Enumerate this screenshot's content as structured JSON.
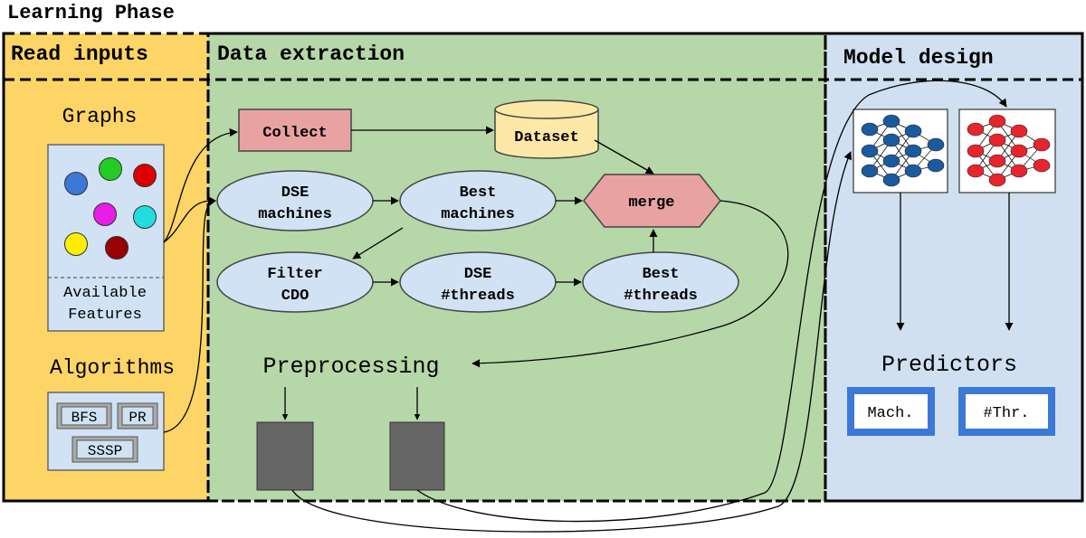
{
  "title": "Learning Phase",
  "sections": {
    "read_inputs": "Read inputs",
    "data_extraction": "Data extraction",
    "model_design": "Model design"
  },
  "read_inputs": {
    "graphs_label": "Graphs",
    "features_line1": "Available",
    "features_line2": "Features",
    "algorithms_label": "Algorithms",
    "algorithms": [
      "BFS",
      "PR",
      "SSSP"
    ],
    "graph_node_colors": [
      "#3b78d8",
      "#22cc22",
      "#dd0000",
      "#e61ee6",
      "#22dddd",
      "#ffee00",
      "#990000"
    ]
  },
  "data_extraction": {
    "collect": "Collect",
    "dataset": "Dataset",
    "dse_machines_1": "DSE",
    "dse_machines_2": "machines",
    "best_machines_1": "Best",
    "best_machines_2": "machines",
    "merge": "merge",
    "filter_cdo_1": "Filter",
    "filter_cdo_2": "CDO",
    "dse_threads_1": "DSE",
    "dse_threads_2": "#threads",
    "best_threads_1": "Best",
    "best_threads_2": "#threads",
    "preprocessing": "Preprocessing"
  },
  "model_design": {
    "predictors_label": "Predictors",
    "predictor_machines": "Mach.",
    "predictor_threads": "#Thr.",
    "network_colors": [
      "#1a5a9e",
      "#e8242c"
    ]
  },
  "colors": {
    "read_inputs_bg": "#fdd567",
    "data_extraction_bg": "#b6d7a8",
    "model_design_bg": "#d0e0f0",
    "node_fill": "#d0e2f3",
    "collect_fill": "#e8a2a2",
    "dataset_fill": "#fde8a8",
    "predictor_border": "#3c78d8",
    "storage_fill": "#666666"
  }
}
